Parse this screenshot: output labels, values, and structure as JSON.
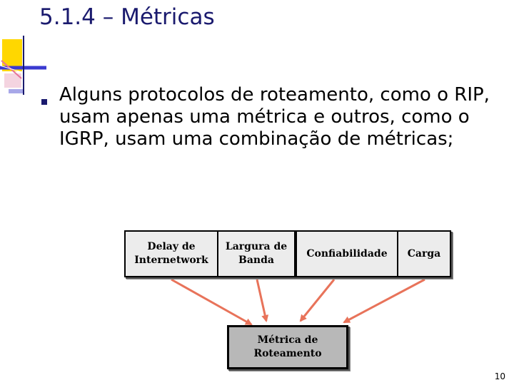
{
  "slide": {
    "title": "5.1.4 – Métricas",
    "bullet_text": "Alguns protocolos de roteamento, como o RIP, usam apenas uma métrica e outros, como o IGRP, usam uma combinação de métricas;",
    "page_number": "10"
  },
  "diagram": {
    "source_boxes": [
      {
        "label": "Delay de Internetwork"
      },
      {
        "label": "Largura de Banda"
      },
      {
        "label": "Confiabilidade"
      },
      {
        "label": "Carga"
      }
    ],
    "target_box": {
      "label": "Métrica de Roteamento"
    },
    "arrow_color": "#e8735a"
  },
  "colors": {
    "title": "#1a1a6e",
    "deco_yellow": "#ffd700",
    "deco_blue": "#3a3ad0",
    "deco_pink": "#e6739a",
    "box_fill": "#ececec",
    "target_fill": "#b8b8b8"
  }
}
